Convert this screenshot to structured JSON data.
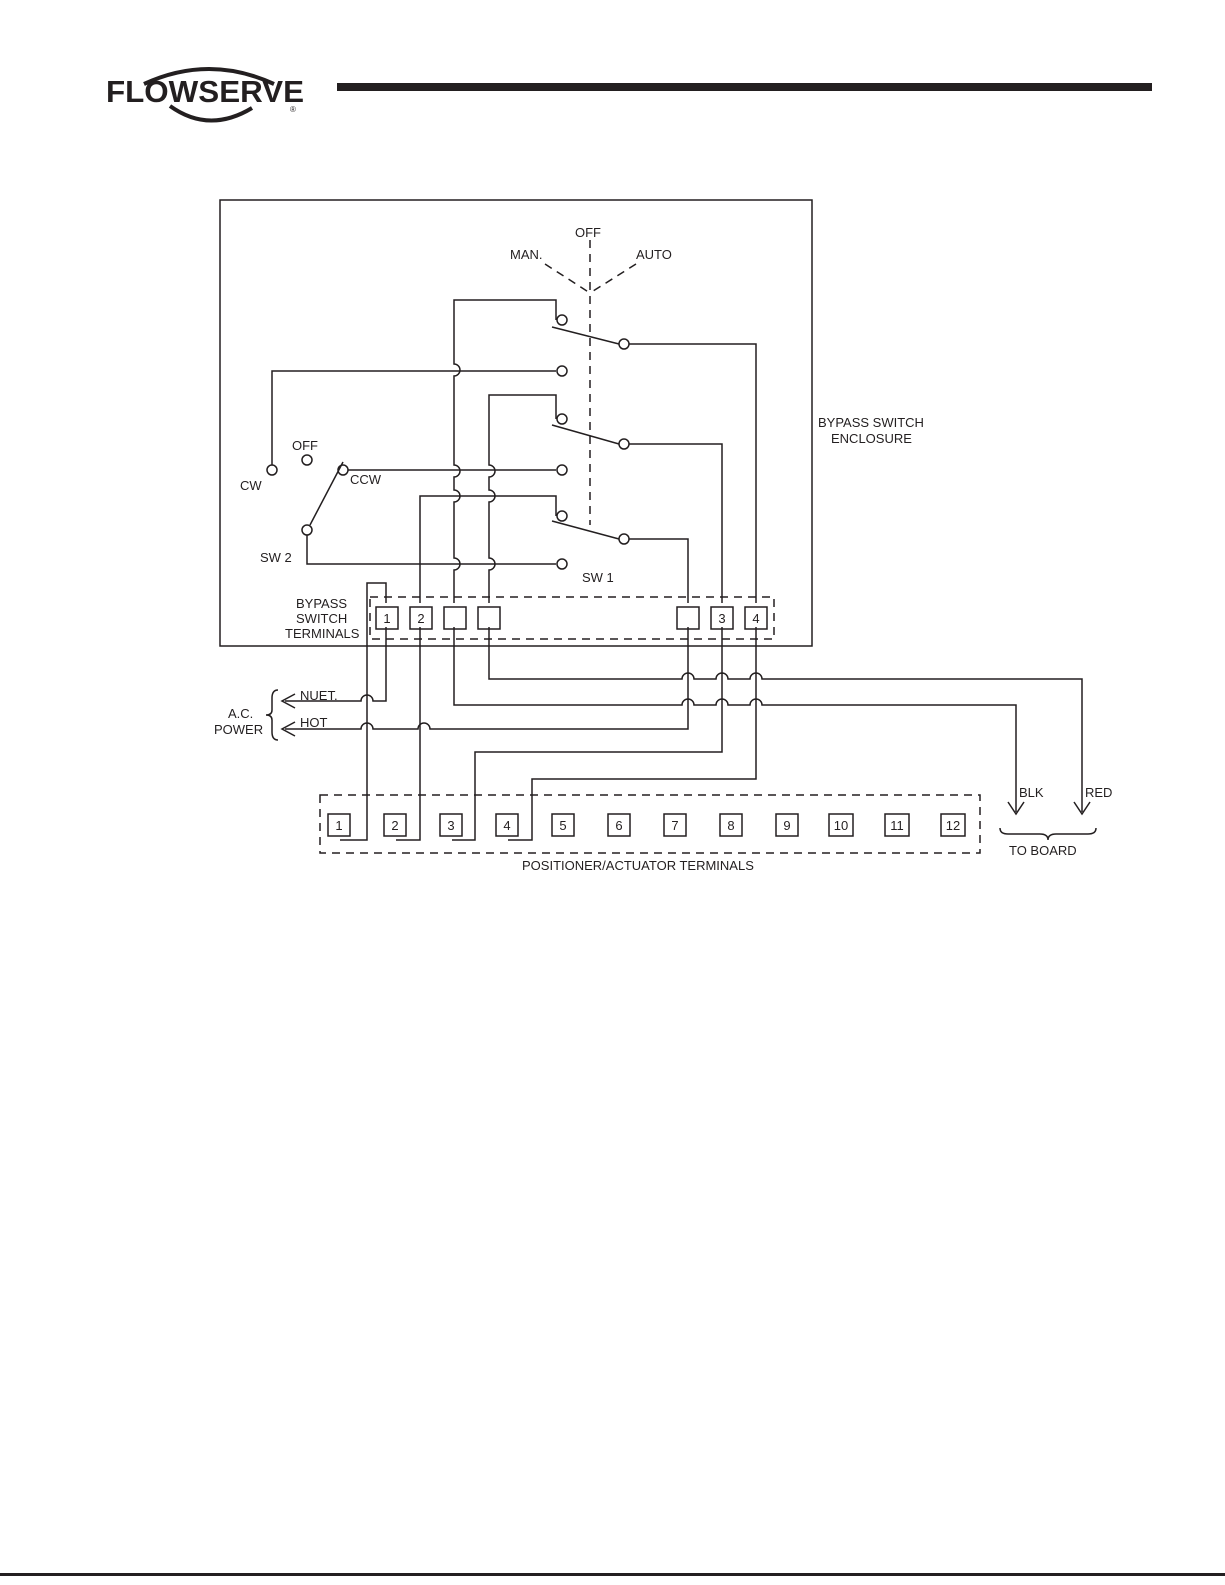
{
  "header": {
    "brand": "FLOWSERVE",
    "registered_mark": "®"
  },
  "diagram": {
    "enclosure_label_line1": "BYPASS SWITCH",
    "enclosure_label_line2": "ENCLOSURE",
    "selector_off": "OFF",
    "selector_man": "MAN.",
    "selector_auto": "AUTO",
    "sw2_cw": "CW",
    "sw2_off": "OFF",
    "sw2_ccw": "CCW",
    "sw2_label": "SW 2",
    "sw1_label": "SW 1",
    "bypass_terminals_line1": "BYPASS",
    "bypass_terminals_line2": "SWITCH",
    "bypass_terminals_line3": "TERMINALS",
    "bypass_terminals": [
      "1",
      "2",
      "",
      "",
      "",
      "3",
      "4"
    ],
    "ac_power_line1": "A.C.",
    "ac_power_line2": "POWER",
    "neutral": "NUET.",
    "hot": "HOT",
    "blk": "BLK",
    "red": "RED",
    "to_board": "TO BOARD",
    "positioner_terminals": [
      "1",
      "2",
      "3",
      "4",
      "5",
      "6",
      "7",
      "8",
      "9",
      "10",
      "11",
      "12"
    ],
    "positioner_label": "POSITIONER/ACTUATOR TERMINALS"
  }
}
